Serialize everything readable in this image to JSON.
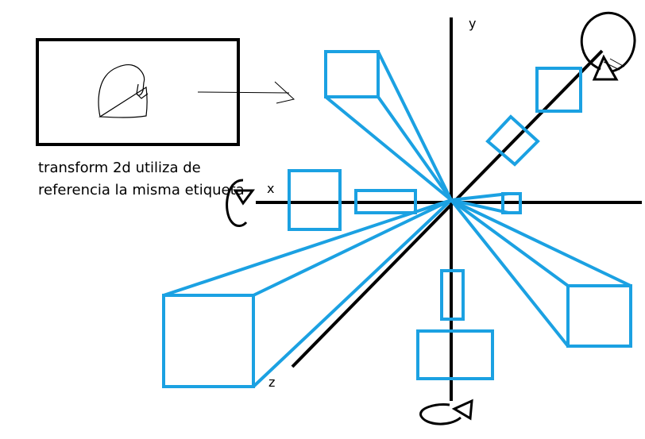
{
  "caption": "transform 2d utiliza de referencia la misma etiqueta",
  "axes": {
    "x_label": "x",
    "y_label": "y",
    "z_label": "z"
  },
  "colors": {
    "stroke": "#000000",
    "box": "#1ba1e2",
    "background": "#ffffff"
  },
  "icons": {
    "rotation_y": "rotate-arrow-icon",
    "rotation_x": "rotate-arrow-icon",
    "rotation_z": "rotate-arrow-icon"
  }
}
